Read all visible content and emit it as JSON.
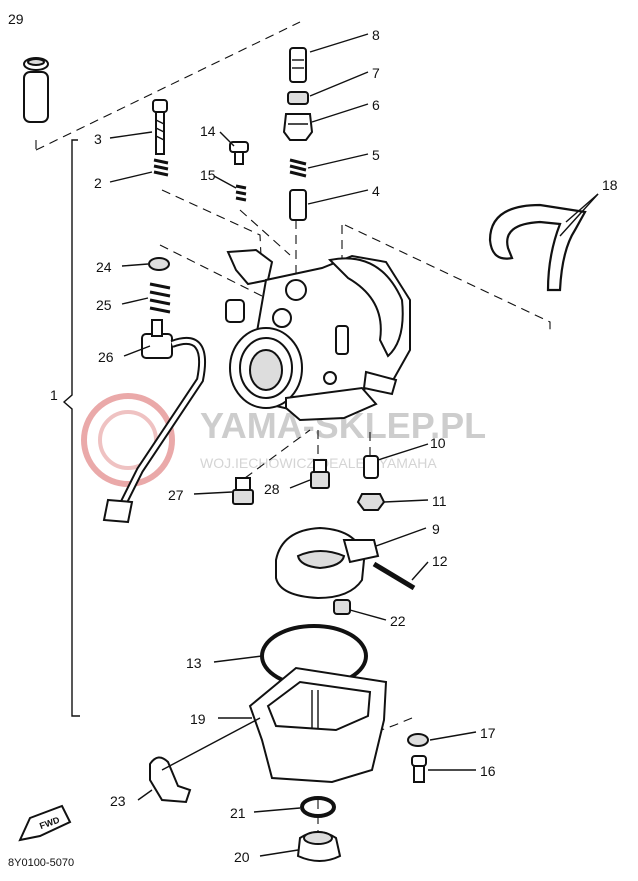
{
  "callouts": [
    {
      "id": "29",
      "text": "29"
    },
    {
      "id": "8",
      "text": "8"
    },
    {
      "id": "7",
      "text": "7"
    },
    {
      "id": "6",
      "text": "6"
    },
    {
      "id": "5",
      "text": "5"
    },
    {
      "id": "4",
      "text": "4"
    },
    {
      "id": "3",
      "text": "3"
    },
    {
      "id": "14",
      "text": "14"
    },
    {
      "id": "2",
      "text": "2"
    },
    {
      "id": "15",
      "text": "15"
    },
    {
      "id": "18",
      "text": "18"
    },
    {
      "id": "24",
      "text": "24"
    },
    {
      "id": "25",
      "text": "25"
    },
    {
      "id": "26",
      "text": "26"
    },
    {
      "id": "1",
      "text": "1"
    },
    {
      "id": "10",
      "text": "10"
    },
    {
      "id": "27",
      "text": "27"
    },
    {
      "id": "28",
      "text": "28"
    },
    {
      "id": "11",
      "text": "11"
    },
    {
      "id": "9",
      "text": "9"
    },
    {
      "id": "12",
      "text": "12"
    },
    {
      "id": "22",
      "text": "22"
    },
    {
      "id": "13",
      "text": "13"
    },
    {
      "id": "19",
      "text": "19"
    },
    {
      "id": "17",
      "text": "17"
    },
    {
      "id": "16",
      "text": "16"
    },
    {
      "id": "23",
      "text": "23"
    },
    {
      "id": "21",
      "text": "21"
    },
    {
      "id": "20",
      "text": "20"
    }
  ],
  "watermark": {
    "title": "YAMA-SKLEP.PL",
    "subtitle": "WOJ.IECHOWICZ DEALER YAMAHA"
  },
  "fwd_label": "FWD",
  "figure_code": "8Y0100-5070",
  "colors": {
    "ink": "#111111",
    "watermark_red": "#e8a0a0",
    "watermark_gray": "#c8c8c8"
  }
}
